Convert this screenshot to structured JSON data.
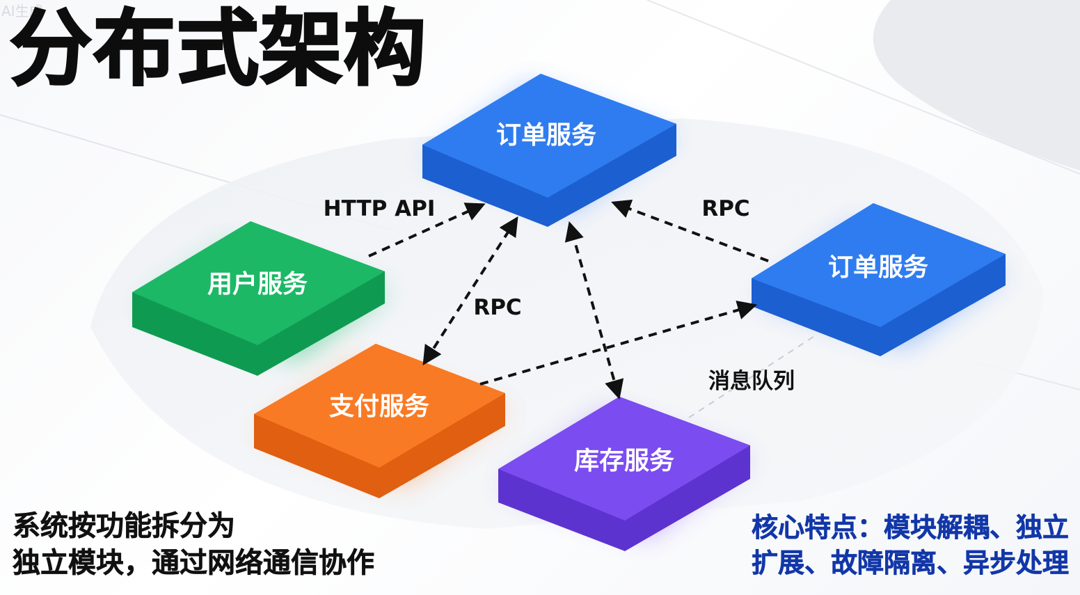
{
  "title": "分布式架构",
  "watermark": "AI生成",
  "nodes": {
    "order_top": {
      "label": "订单服务",
      "color": "#2f7cf0"
    },
    "order_right": {
      "label": "订单服务",
      "color": "#2f7cf0"
    },
    "user": {
      "label": "用户服务",
      "color": "#1cb866"
    },
    "payment": {
      "label": "支付服务",
      "color": "#f97a24"
    },
    "inventory": {
      "label": "库存服务",
      "color": "#7b4cf0"
    }
  },
  "edges": {
    "http_api": "HTTP API",
    "rpc_left": "RPC",
    "rpc_right": "RPC",
    "message_queue": "消息队列"
  },
  "description": {
    "line1": "系统按功能拆分为",
    "line2": "独立模块，通过网络通信协作"
  },
  "features": {
    "line1": "核心特点：模块解耦、独立",
    "line2": "扩展、故障隔离、异步处理"
  }
}
